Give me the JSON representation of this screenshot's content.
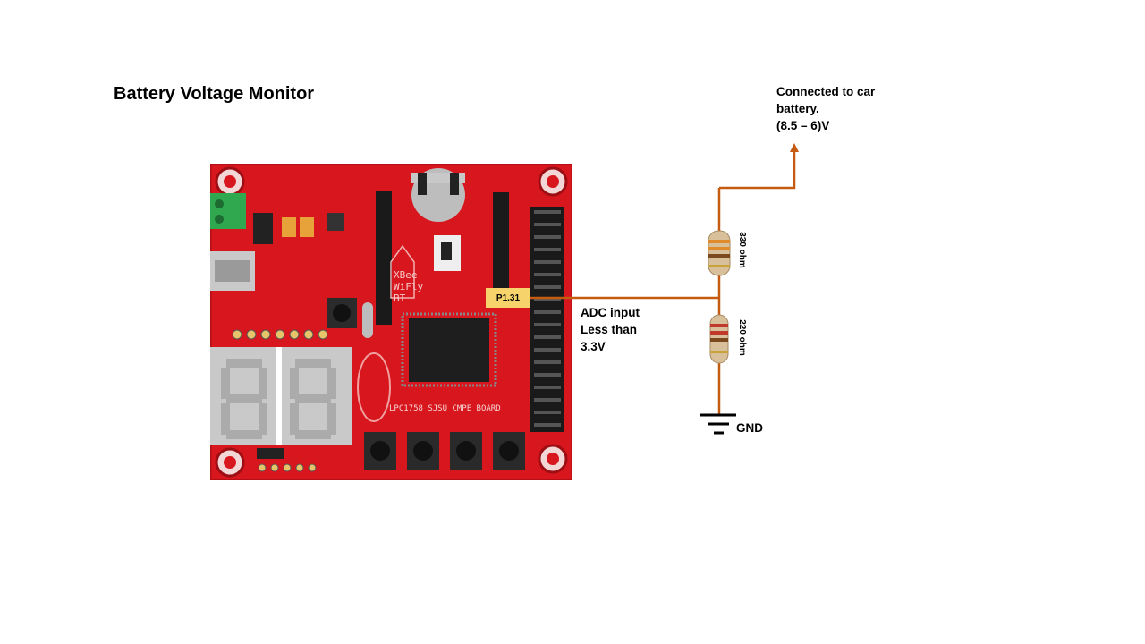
{
  "title": "Battery Voltage Monitor",
  "pin_label": "P1.31",
  "battery_note": {
    "line1": "Connected to car",
    "line2": "battery.",
    "line3": "(8.5 – 6)V"
  },
  "adc_note": {
    "line1": "ADC input",
    "line2": "Less than",
    "line3": "3.3V"
  },
  "resistor_top": "330 ohm",
  "resistor_bottom": "220 ohm",
  "gnd": "GND",
  "board": {
    "name": "LPC1758 SJSU CMPE BOARD",
    "module_text": "XBee WiFly BT",
    "seven_segment_digits": "88"
  },
  "colors": {
    "wire": "#c55a11",
    "board": "#d7161d",
    "pin_label_bg": "#f7d46b"
  }
}
